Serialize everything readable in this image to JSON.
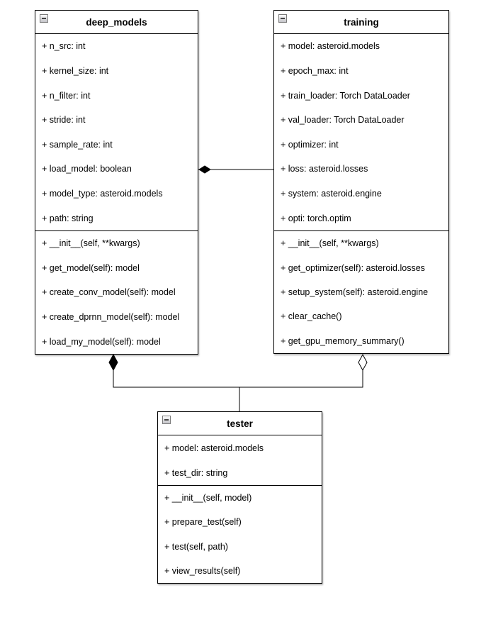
{
  "classes": {
    "deep_models": {
      "title": "deep_models",
      "attributes": [
        "+ n_src: int",
        "+ kernel_size: int",
        "+ n_filter: int",
        "+ stride: int",
        "+ sample_rate: int",
        "+ load_model: boolean",
        "+ model_type: asteroid.models",
        "+ path: string"
      ],
      "methods": [
        "+ __init__(self, **kwargs)",
        "+ get_model(self): model",
        "+ create_conv_model(self): model",
        "+ create_dprnn_model(self): model",
        "+ load_my_model(self): model"
      ]
    },
    "training": {
      "title": "training",
      "attributes": [
        "+ model: asteroid.models",
        "+ epoch_max: int",
        "+ train_loader: Torch DataLoader",
        "+ val_loader: Torch DataLoader",
        "+ optimizer: int",
        "+ loss: asteroid.losses",
        "+ system: asteroid.engine",
        "+ opti: torch.optim"
      ],
      "methods": [
        "+ __init__(self, **kwargs)",
        "+ get_optimizer(self): asteroid.losses",
        "+ setup_system(self): asteroid.engine",
        "+ clear_cache()",
        "+ get_gpu_memory_summary()"
      ]
    },
    "tester": {
      "title": "tester",
      "attributes": [
        "+ model: asteroid.models",
        "+ test_dir: string"
      ],
      "methods": [
        "+ __init__(self, model)",
        "+ prepare_test(self)",
        "+ test(self, path)",
        "+ view_results(self)"
      ]
    }
  },
  "connectors": [
    {
      "from": "training",
      "to": "deep_models",
      "type": "composition",
      "diamond": "filled",
      "diamond_at": "deep_models"
    },
    {
      "from": "tester",
      "to": "deep_models",
      "type": "composition",
      "diamond": "filled",
      "diamond_at": "deep_models"
    },
    {
      "from": "tester",
      "to": "training",
      "type": "aggregation",
      "diamond": "hollow",
      "diamond_at": "training"
    }
  ],
  "colors": {
    "edge": "#000000",
    "box_border": "#000000",
    "box_background": "#ffffff",
    "text": "#000000",
    "collapse_icon_face": "#d9d9de"
  }
}
